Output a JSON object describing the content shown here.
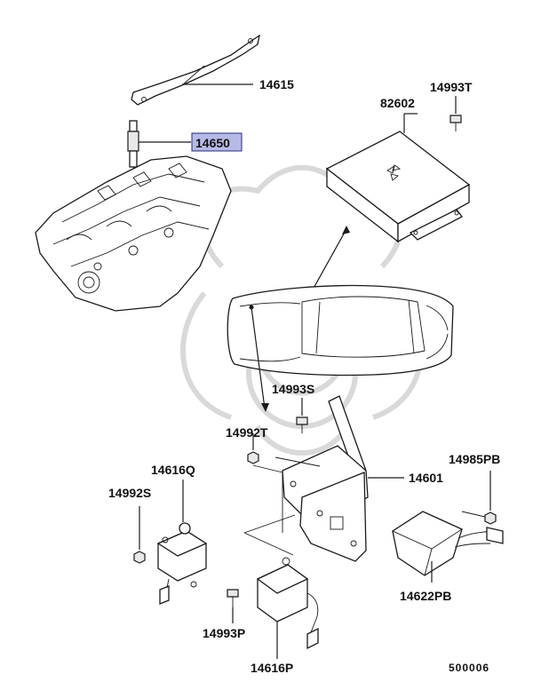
{
  "diagram": {
    "part_numbers": {
      "rail": "14615",
      "glow_plug": "14650",
      "control_unit": "82602",
      "ecu_screw": "14993T",
      "bracket_screw": "14993S",
      "bracket_nut": "14992T",
      "bracket": "14601",
      "relay_q": "14616Q",
      "relay_q_nut": "14992S",
      "connector_nut": "14985PB",
      "resistor": "14622PB",
      "relay_p_screw": "14993P",
      "relay_p": "14616P"
    },
    "highlighted_part": "14650",
    "diagram_ref": "500006",
    "colors": {
      "highlight": "#b7b9e6",
      "line": "#1a1a1a",
      "watermark": "#d9d9d9"
    }
  }
}
